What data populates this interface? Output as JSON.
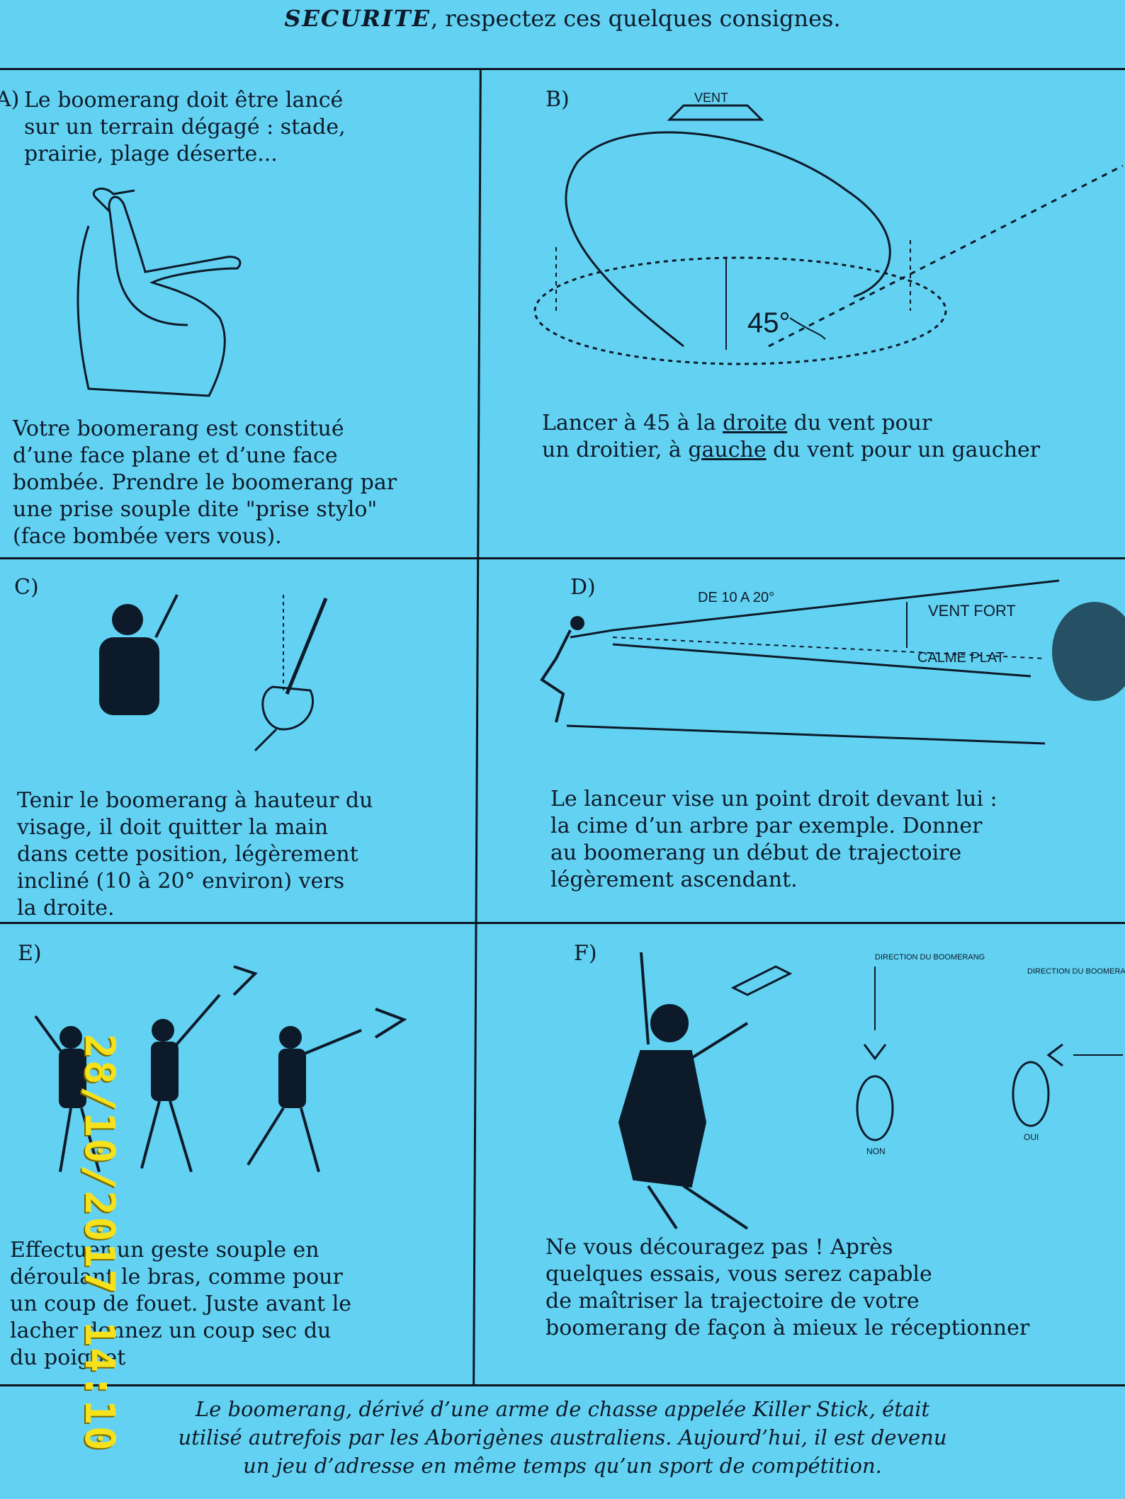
{
  "header": {
    "emphasis": "SECURITE",
    "rest": ", respectez ces quelques consignes."
  },
  "panels": {
    "a": {
      "label": "A)",
      "top_text": "Le boomerang doit être lancé\nsur un terrain dégagé : stade,\nprairie, plage déserte...",
      "bottom_text": "Votre boomerang est constitué\nd’une face plane et d’une face\nbombée. Prendre le boomerang par\nune prise souple dite \"prise stylo\"\n(face bombée vers vous)."
    },
    "b": {
      "label": "B)",
      "diagram_wind": "VENT",
      "diagram_angle": "45°",
      "text_pre": "Lancer à 45  à la ",
      "text_u1": "droite",
      "text_mid": " du vent pour\nun droitier, à ",
      "text_u2": "gauche",
      "text_post": " du vent pour un gaucher"
    },
    "c": {
      "label": "C)",
      "text": "Tenir le boomerang à hauteur du\nvisage, il doit quitter la main\ndans cette position, légèrement\nincliné (10 à  20° environ) vers\nla droite."
    },
    "d": {
      "label": "D)",
      "diagram_range": "DE 10 A 20°",
      "diagram_strong": "VENT FORT",
      "diagram_calm": "CALME PLAT",
      "text": "Le lanceur vise un point droit devant lui :\nla cime d’un arbre par exemple. Donner\nau boomerang un début de trajectoire\nlégèrement ascendant."
    },
    "e": {
      "label": "E)",
      "text": "Effectuer un geste souple en\ndéroulant le bras, comme pour\nun coup de fouet. Juste avant le\nlacher donnez un coup sec du\ndu poignet"
    },
    "f": {
      "label": "F)",
      "diagram_direction1": "DIRECTION DU BOOMERANG",
      "diagram_direction2": "DIRECTION DU BOOMERANG",
      "diagram_no": "NON",
      "diagram_yes": "OUI",
      "text": "Ne vous découragez pas ! Après\nquelques essais, vous serez capable\nde maîtriser la trajectoire de votre\nboomerang de façon à mieux le réceptionner"
    }
  },
  "footer": "Le boomerang, dérivé d’une arme de chasse appelée Killer Stick, était\nutilisé autrefois par les Aborigènes australiens. Aujourd’hui, il est devenu\nun jeu d’adresse en même temps qu’un sport de compétition.",
  "timestamp": "28/10/2017 14:10",
  "colors": {
    "background": "#63d2f2",
    "ink": "#0d1a2a",
    "stamp": "#f6e21c"
  }
}
